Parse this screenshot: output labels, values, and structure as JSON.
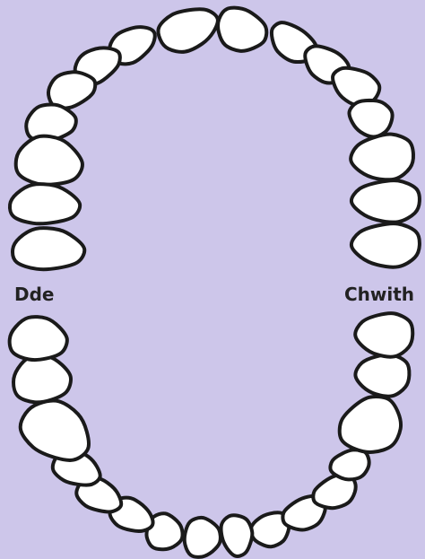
{
  "labels": {
    "left": "Dde",
    "right": "Chwith"
  },
  "colors": {
    "background": "#cdc6ea",
    "tooth_fill": "#ffffff",
    "tooth_stroke": "#1a1a1a",
    "label_text": "#222222"
  },
  "upper_teeth": [
    "upper-right-central-incisor",
    "upper-right-lateral-incisor",
    "upper-right-canine",
    "upper-right-first-premolar",
    "upper-right-second-premolar",
    "upper-right-first-molar",
    "upper-right-second-molar",
    "upper-right-third-molar",
    "upper-left-central-incisor",
    "upper-left-lateral-incisor",
    "upper-left-canine",
    "upper-left-first-premolar",
    "upper-left-second-premolar",
    "upper-left-first-molar",
    "upper-left-second-molar",
    "upper-left-third-molar"
  ],
  "lower_teeth": [
    "lower-right-central-incisor",
    "lower-right-lateral-incisor",
    "lower-right-canine",
    "lower-right-first-premolar",
    "lower-right-second-premolar",
    "lower-right-first-molar",
    "lower-right-second-molar",
    "lower-right-third-molar",
    "lower-left-central-incisor",
    "lower-left-lateral-incisor",
    "lower-left-canine",
    "lower-left-first-premolar",
    "lower-left-second-premolar",
    "lower-left-first-molar",
    "lower-left-second-molar",
    "lower-left-third-molar"
  ]
}
